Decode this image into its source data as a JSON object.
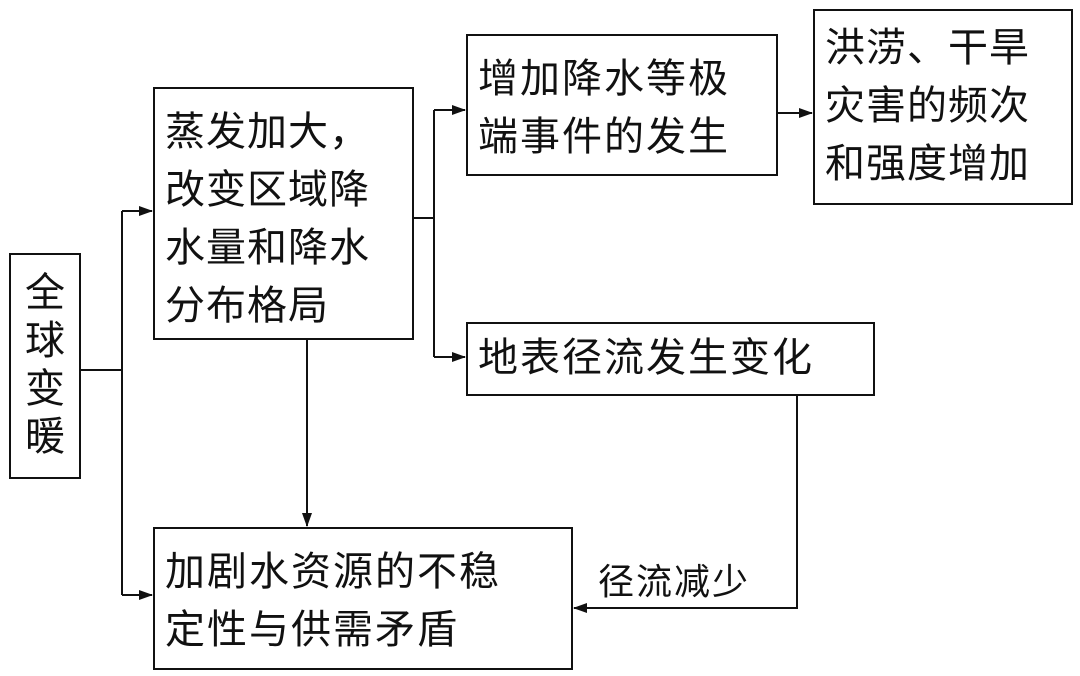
{
  "nodes": {
    "global_warming": [
      "全",
      "球",
      "变",
      "暖"
    ],
    "evaporation": [
      "蒸发加大，",
      "改变区域降",
      "水量和降水",
      "分布格局"
    ],
    "extreme_events": [
      "增加降水等极",
      "端事件的发生"
    ],
    "flood_drought": [
      "洪涝、干旱",
      "灾害的频次",
      "和强度增加"
    ],
    "runoff_change": [
      "地表径流发生变化"
    ],
    "water_supply": [
      "加剧水资源的不稳",
      "定性与供需矛盾"
    ]
  },
  "edge_labels": {
    "runoff_decrease": "径流减少"
  },
  "colors": {
    "stroke": "#111111",
    "background": "#ffffff"
  }
}
